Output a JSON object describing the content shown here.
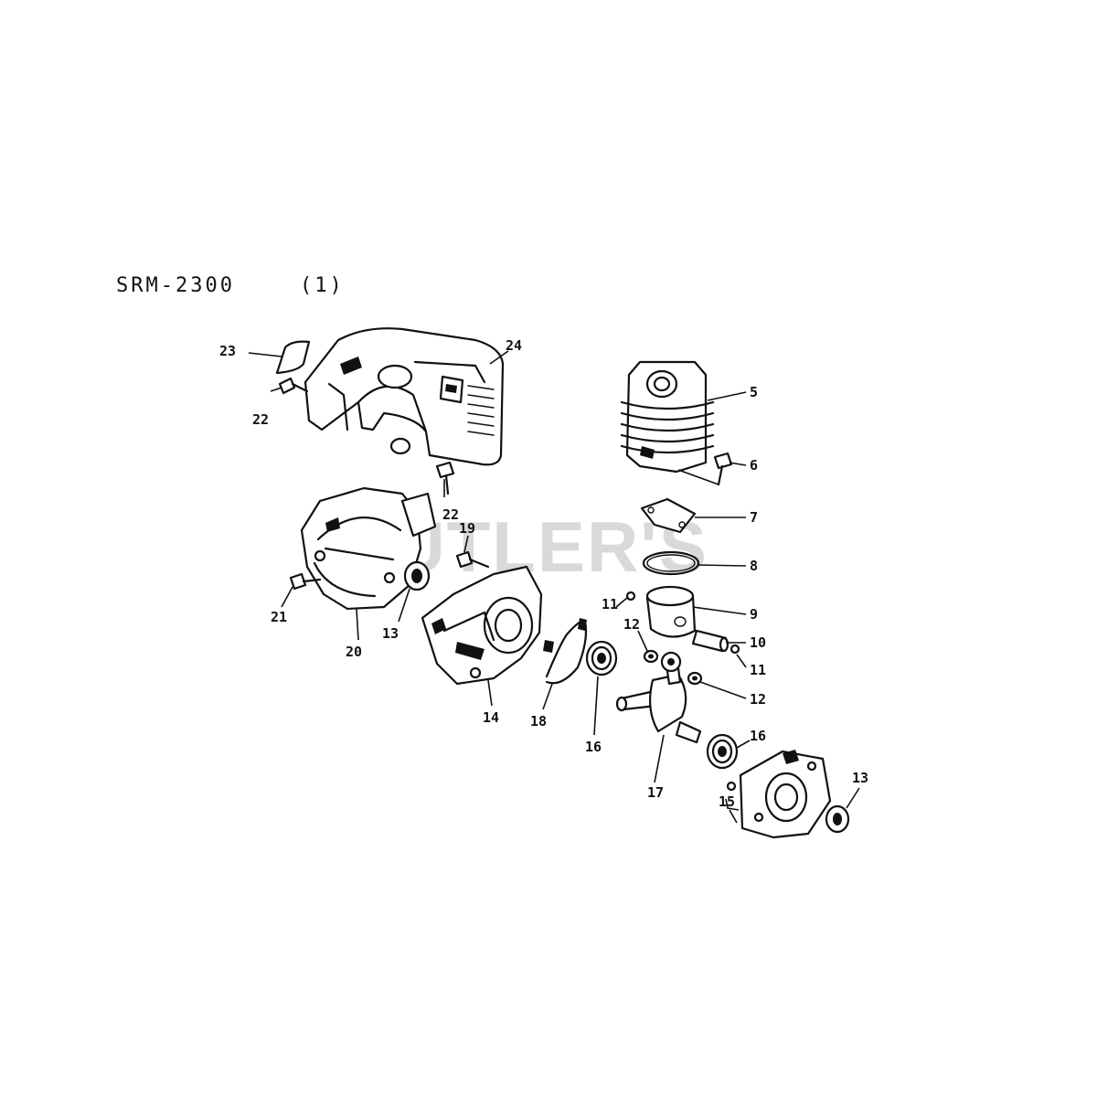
{
  "title": "SRM-2300",
  "page_indicator": "(1)",
  "watermark": "CUTLER'S",
  "colors": {
    "ink": "#111111",
    "background": "#ffffff",
    "watermark": "#d9d9d9"
  },
  "callouts": [
    {
      "id": "c23",
      "label": "23"
    },
    {
      "id": "c24",
      "label": "24"
    },
    {
      "id": "c22a",
      "label": "22"
    },
    {
      "id": "c22b",
      "label": "22"
    },
    {
      "id": "c5",
      "label": "5"
    },
    {
      "id": "c6",
      "label": "6"
    },
    {
      "id": "c7",
      "label": "7"
    },
    {
      "id": "c8",
      "label": "8"
    },
    {
      "id": "c9",
      "label": "9"
    },
    {
      "id": "c10",
      "label": "10"
    },
    {
      "id": "c11a",
      "label": "11"
    },
    {
      "id": "c11b",
      "label": "11"
    },
    {
      "id": "c12a",
      "label": "12"
    },
    {
      "id": "c12b",
      "label": "12"
    },
    {
      "id": "c13a",
      "label": "13"
    },
    {
      "id": "c13b",
      "label": "13"
    },
    {
      "id": "c14",
      "label": "14"
    },
    {
      "id": "c15",
      "label": "15"
    },
    {
      "id": "c16a",
      "label": "16"
    },
    {
      "id": "c16b",
      "label": "16"
    },
    {
      "id": "c17",
      "label": "17"
    },
    {
      "id": "c18",
      "label": "18"
    },
    {
      "id": "c19",
      "label": "19"
    },
    {
      "id": "c20",
      "label": "20"
    },
    {
      "id": "c21",
      "label": "21"
    }
  ]
}
